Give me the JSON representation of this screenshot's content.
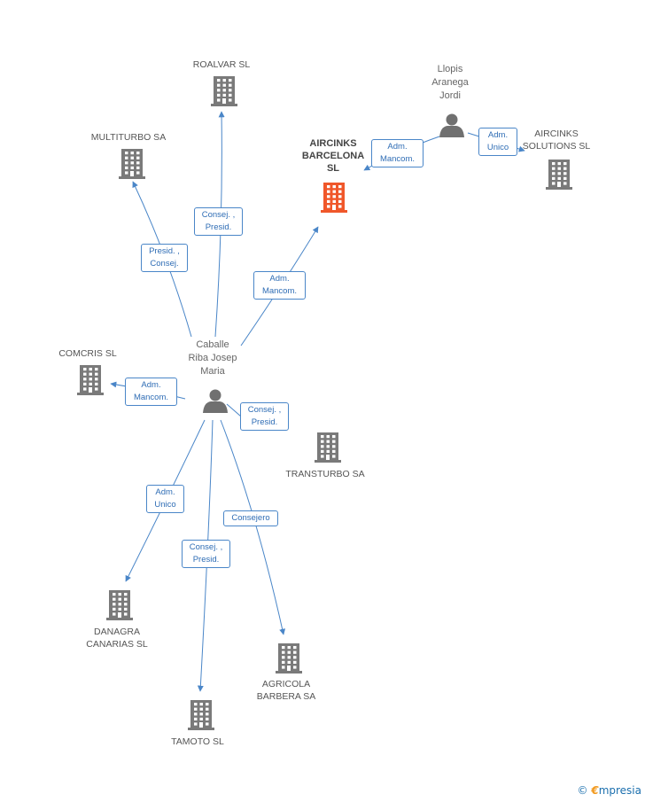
{
  "nodes": {
    "roalvar": {
      "label": "ROALVAR SL",
      "type": "company"
    },
    "multiturbo": {
      "label": "MULTITURBO SA",
      "type": "company"
    },
    "aircinks_barcelona": {
      "label": "AIRCINKS\nBARCELONA\nSL",
      "type": "company-focus"
    },
    "llopis": {
      "label": "Llopis\nAranega\nJordi",
      "type": "person"
    },
    "aircinks_solutions": {
      "label": "AIRCINKS\nSOLUTIONS SL",
      "type": "company"
    },
    "comcris": {
      "label": "COMCRIS SL",
      "type": "company"
    },
    "caballe": {
      "label": "Caballe\nRiba Josep\nMaria",
      "type": "person"
    },
    "transturbo": {
      "label": "TRANSTURBO SA",
      "type": "company"
    },
    "danagra": {
      "label": "DANAGRA\nCANARIAS SL",
      "type": "company"
    },
    "agricola": {
      "label": "AGRICOLA\nBARBERA SA",
      "type": "company"
    },
    "tamoto": {
      "label": "TAMOTO SL",
      "type": "company"
    }
  },
  "edges": [
    {
      "id": "e_roalvar",
      "label": "Consej. ,\nPresid."
    },
    {
      "id": "e_multiturbo",
      "label": "Presid. ,\nConsej."
    },
    {
      "id": "e_aircinks_bcn_caballe",
      "label": "Adm.\nMancom."
    },
    {
      "id": "e_aircinks_bcn_llopis",
      "label": "Adm.\nMancom."
    },
    {
      "id": "e_aircinks_solutions",
      "label": "Adm.\nUnico"
    },
    {
      "id": "e_comcris",
      "label": "Adm.\nMancom."
    },
    {
      "id": "e_transturbo",
      "label": "Consej. ,\nPresid."
    },
    {
      "id": "e_danagra",
      "label": "Adm.\nUnico"
    },
    {
      "id": "e_tamoto",
      "label": "Consej. ,\nPresid."
    },
    {
      "id": "e_agricola",
      "label": "Consejero"
    }
  ],
  "colors": {
    "company": "#7a7a7a",
    "focus": "#f0572a",
    "person": "#707070",
    "edge": "#4a86c8"
  },
  "footer": {
    "copyright": "©",
    "brand_first": "€",
    "brand_rest": "mpresia"
  }
}
